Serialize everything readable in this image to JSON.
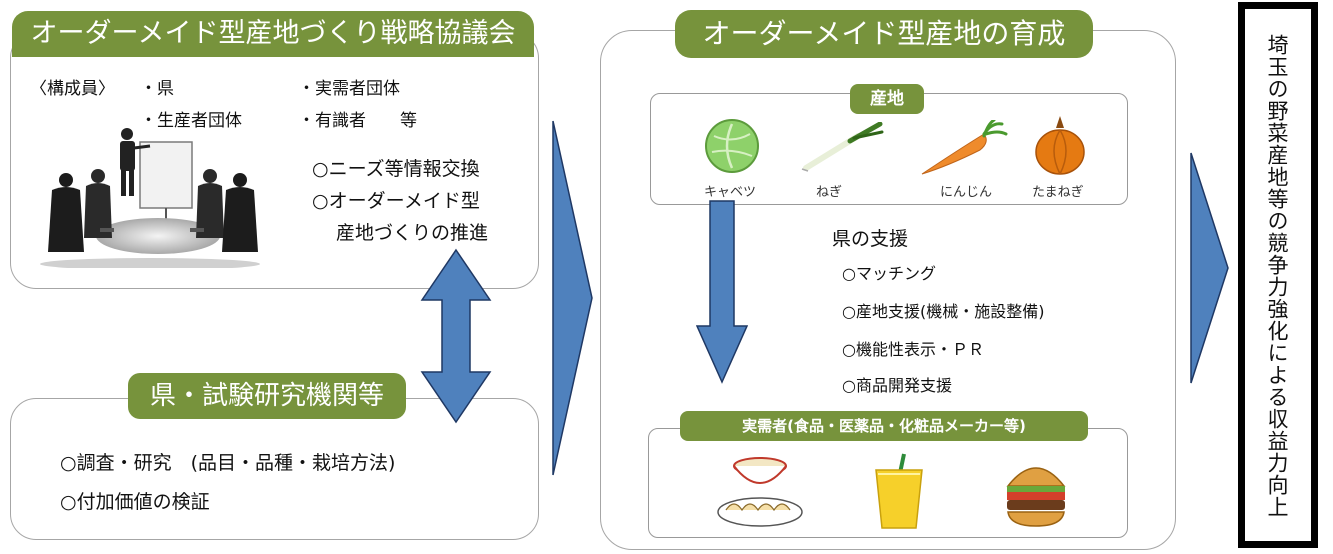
{
  "council": {
    "title": "オーダーメイド型産地づくり戦略協議会",
    "members_label": "〈構成員〉",
    "members": [
      "・県",
      "・実需者団体",
      "・生産者団体",
      "・有識者　　等"
    ],
    "activities": [
      "○ニーズ等情報交換",
      "○オーダーメイド型",
      "産地づくりの推進"
    ]
  },
  "research": {
    "title": "県・試験研究機関等",
    "items": [
      "○調査・研究　(品目・品種・栽培方法)",
      "○付加価値の検証"
    ]
  },
  "development": {
    "title": "オーダーメイド型産地の育成",
    "production_label": "産地",
    "vegetables": [
      "キャベツ",
      "ねぎ",
      "にんじん",
      "たまねぎ"
    ],
    "support_title": "県の支援",
    "support_items": [
      "○マッチング",
      "○産地支援(機械・施設整備)",
      "○機能性表示・ＰＲ",
      "○商品開発支援"
    ],
    "users_label": "実需者(食品・医薬品・化粧品メーカー等)"
  },
  "result": {
    "text": "埼玉の野菜産地等の競争力強化による収益力向上"
  },
  "colors": {
    "green": "#77933c",
    "arrow_blue": "#4f81bd",
    "arrow_stroke": "#1f3864",
    "frame_gray": "#a6a6a6"
  }
}
